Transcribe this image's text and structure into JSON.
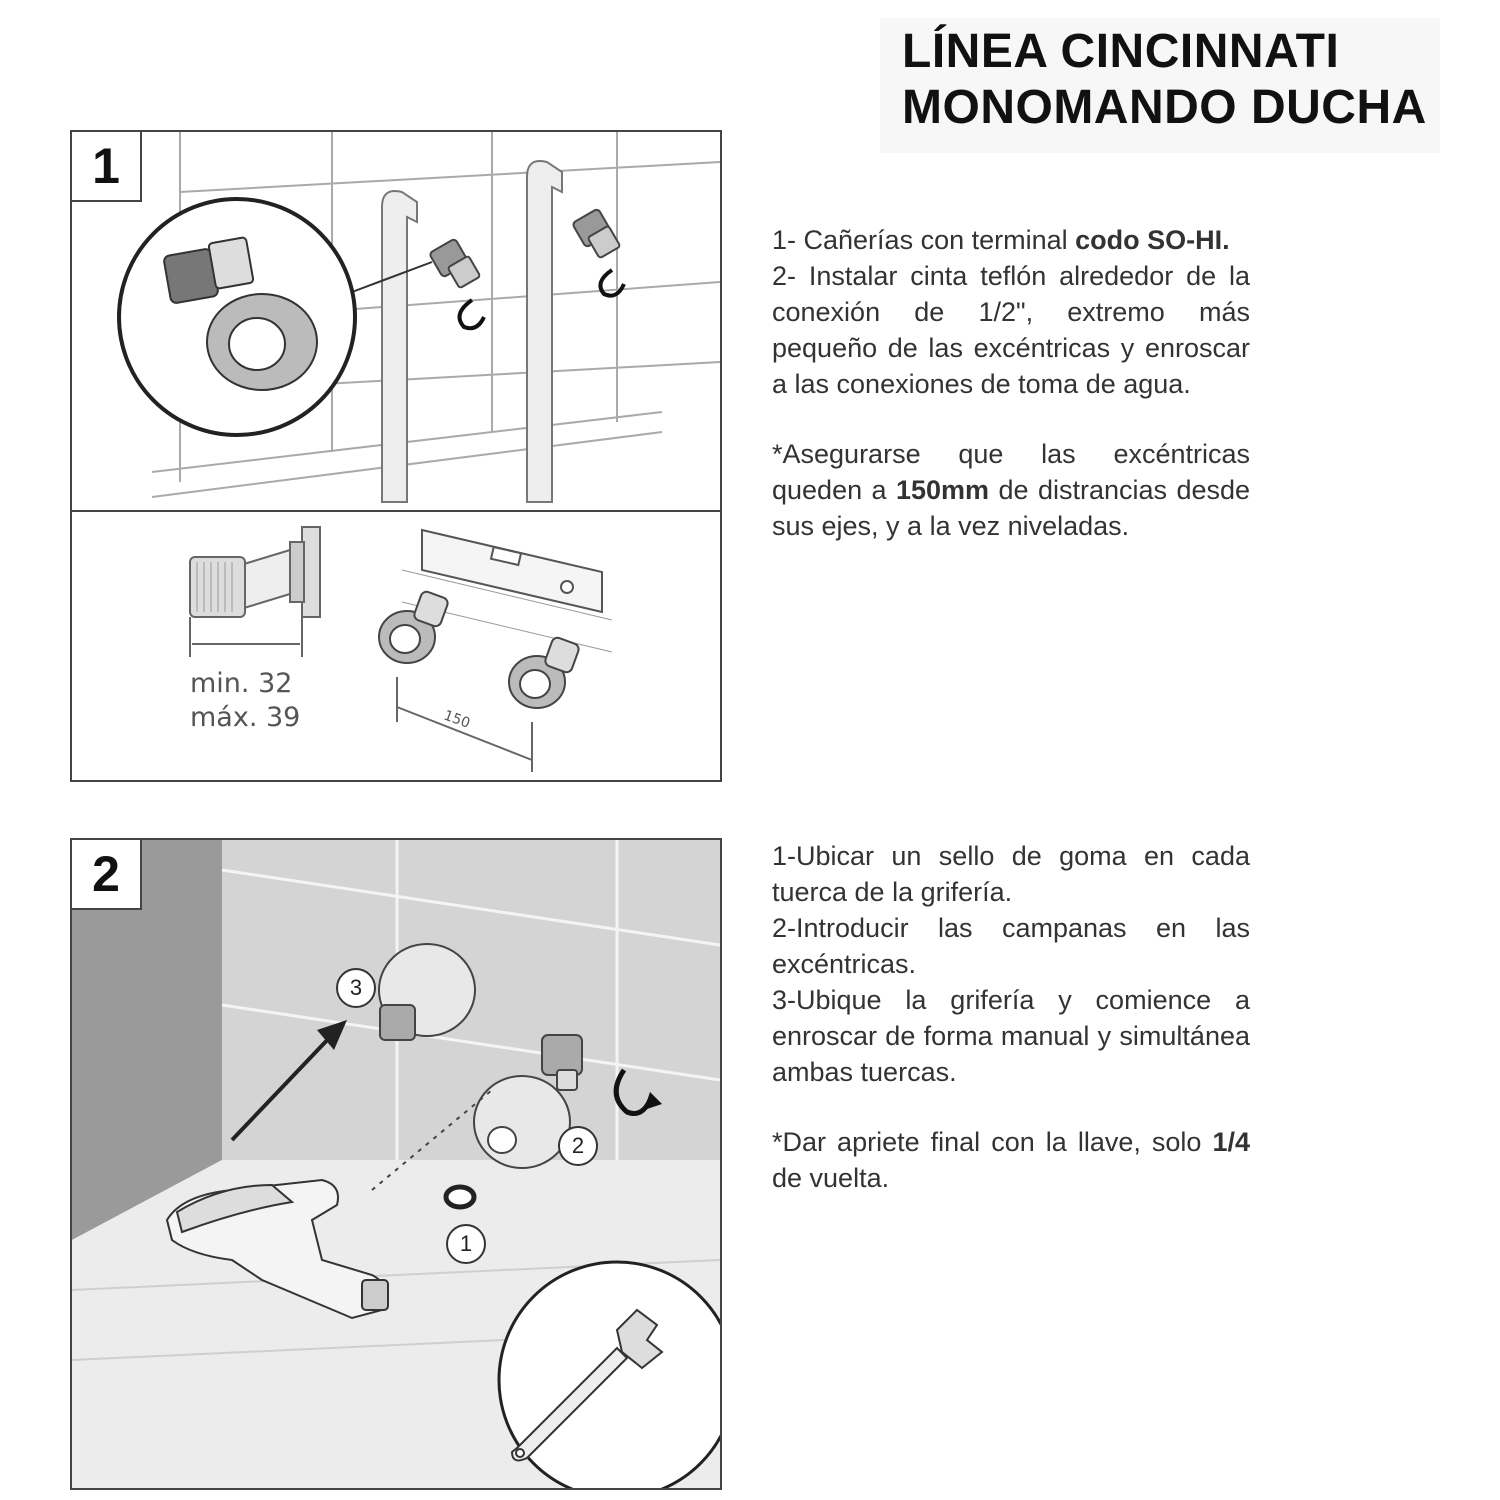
{
  "title": {
    "line1": "LÍNEA CINCINNATI",
    "line2": "MONOMANDO DUCHA"
  },
  "step1": {
    "number": "1",
    "dim_min": "min. 32",
    "dim_max": "máx. 39",
    "dim_spacing": "150",
    "instructions": {
      "p1_a": "1- Cañerías con terminal ",
      "p1_b": "codo SO-HI.",
      "p2": "2- Instalar cinta teflón alrededor de la conexión de 1/2\", extremo más pequeño de las excéntricas y enroscar a las conexiones de toma de agua.",
      "note_a": "*Asegurarse que las excéntricas queden a ",
      "note_b": "150mm",
      "note_c": " de distrancias desde sus ejes, y a la vez niveladas."
    }
  },
  "step2": {
    "number": "2",
    "callouts": [
      "1",
      "2",
      "3"
    ],
    "instructions": {
      "p1": "1-Ubicar un sello de goma en cada tuerca de la grifería.",
      "p2": "2-Introducir las campanas en las excéntricas.",
      "p3": "3-Ubique la grifería y comience a enroscar de forma manual y simultánea ambas tuercas.",
      "note_a": "*Dar apriete final con la llave, solo ",
      "note_b": "1/4",
      "note_c": " de vuelta."
    }
  }
}
